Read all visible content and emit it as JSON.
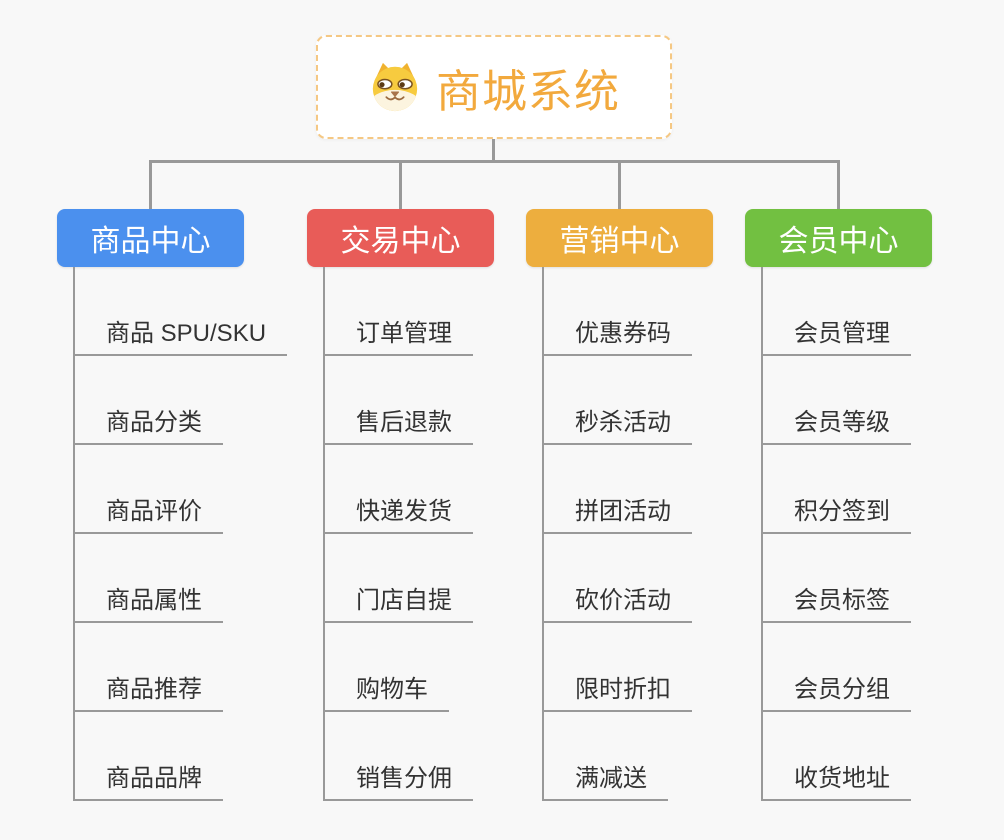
{
  "root": {
    "title": "商城系统",
    "icon": "dog-icon",
    "accent_color": "#F2A93D",
    "border_color": "#F5C884"
  },
  "connector_color": "#999999",
  "background_color": "#F8F8F8",
  "branches": [
    {
      "label": "商品中心",
      "color": "#4B90EE",
      "children": [
        "商品 SPU/SKU",
        "商品分类",
        "商品评价",
        "商品属性",
        "商品推荐",
        "商品品牌"
      ]
    },
    {
      "label": "交易中心",
      "color": "#E85C58",
      "children": [
        "订单管理",
        "售后退款",
        "快递发货",
        "门店自提",
        "购物车",
        "销售分佣"
      ]
    },
    {
      "label": "营销中心",
      "color": "#EDAE3E",
      "children": [
        "优惠券码",
        "秒杀活动",
        "拼团活动",
        "砍价活动",
        "限时折扣",
        "满减送"
      ]
    },
    {
      "label": "会员中心",
      "color": "#72C041",
      "children": [
        "会员管理",
        "会员等级",
        "积分签到",
        "会员标签",
        "会员分组",
        "收货地址"
      ]
    }
  ]
}
